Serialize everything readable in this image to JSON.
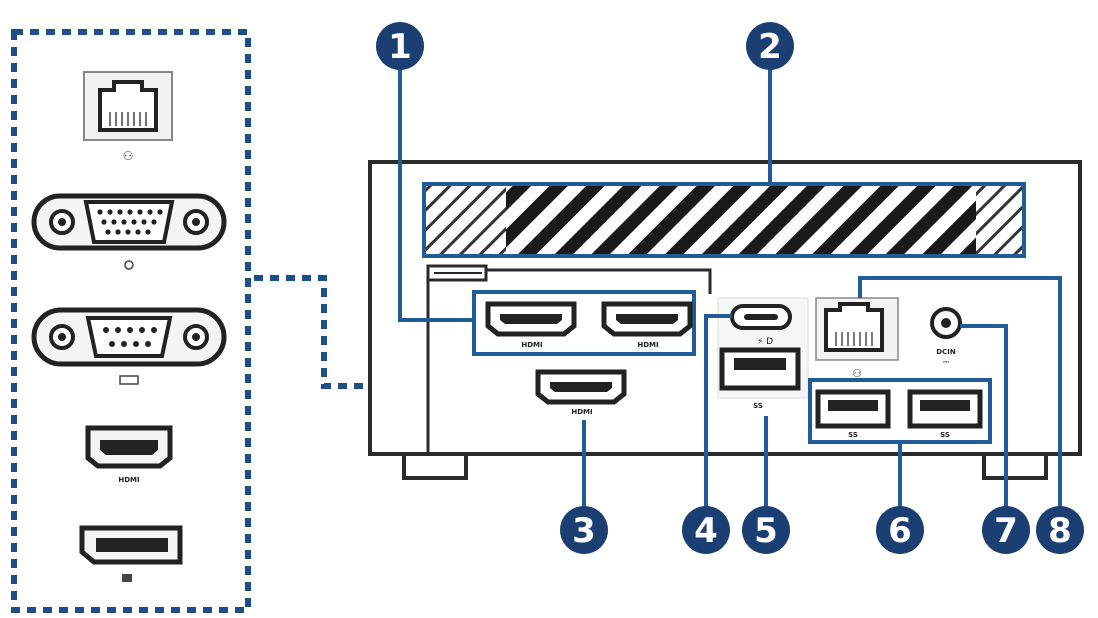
{
  "diagram": {
    "callouts": [
      "1",
      "2",
      "3",
      "4",
      "5",
      "6",
      "7",
      "8"
    ],
    "port_labels": {
      "hdmi": "HDMI",
      "dc_in": "DCIN",
      "usb_ss": "SS"
    },
    "colors": {
      "callout_fill": "#1b3f73",
      "leader_line": "#1f5c99",
      "dotted_border": "#1f4f88",
      "device_outline": "#2a2a2a"
    },
    "icons": [
      "lan-port-icon",
      "vga-port-icon",
      "serial-port-icon",
      "hdmi-port-icon",
      "displayport-icon"
    ]
  }
}
